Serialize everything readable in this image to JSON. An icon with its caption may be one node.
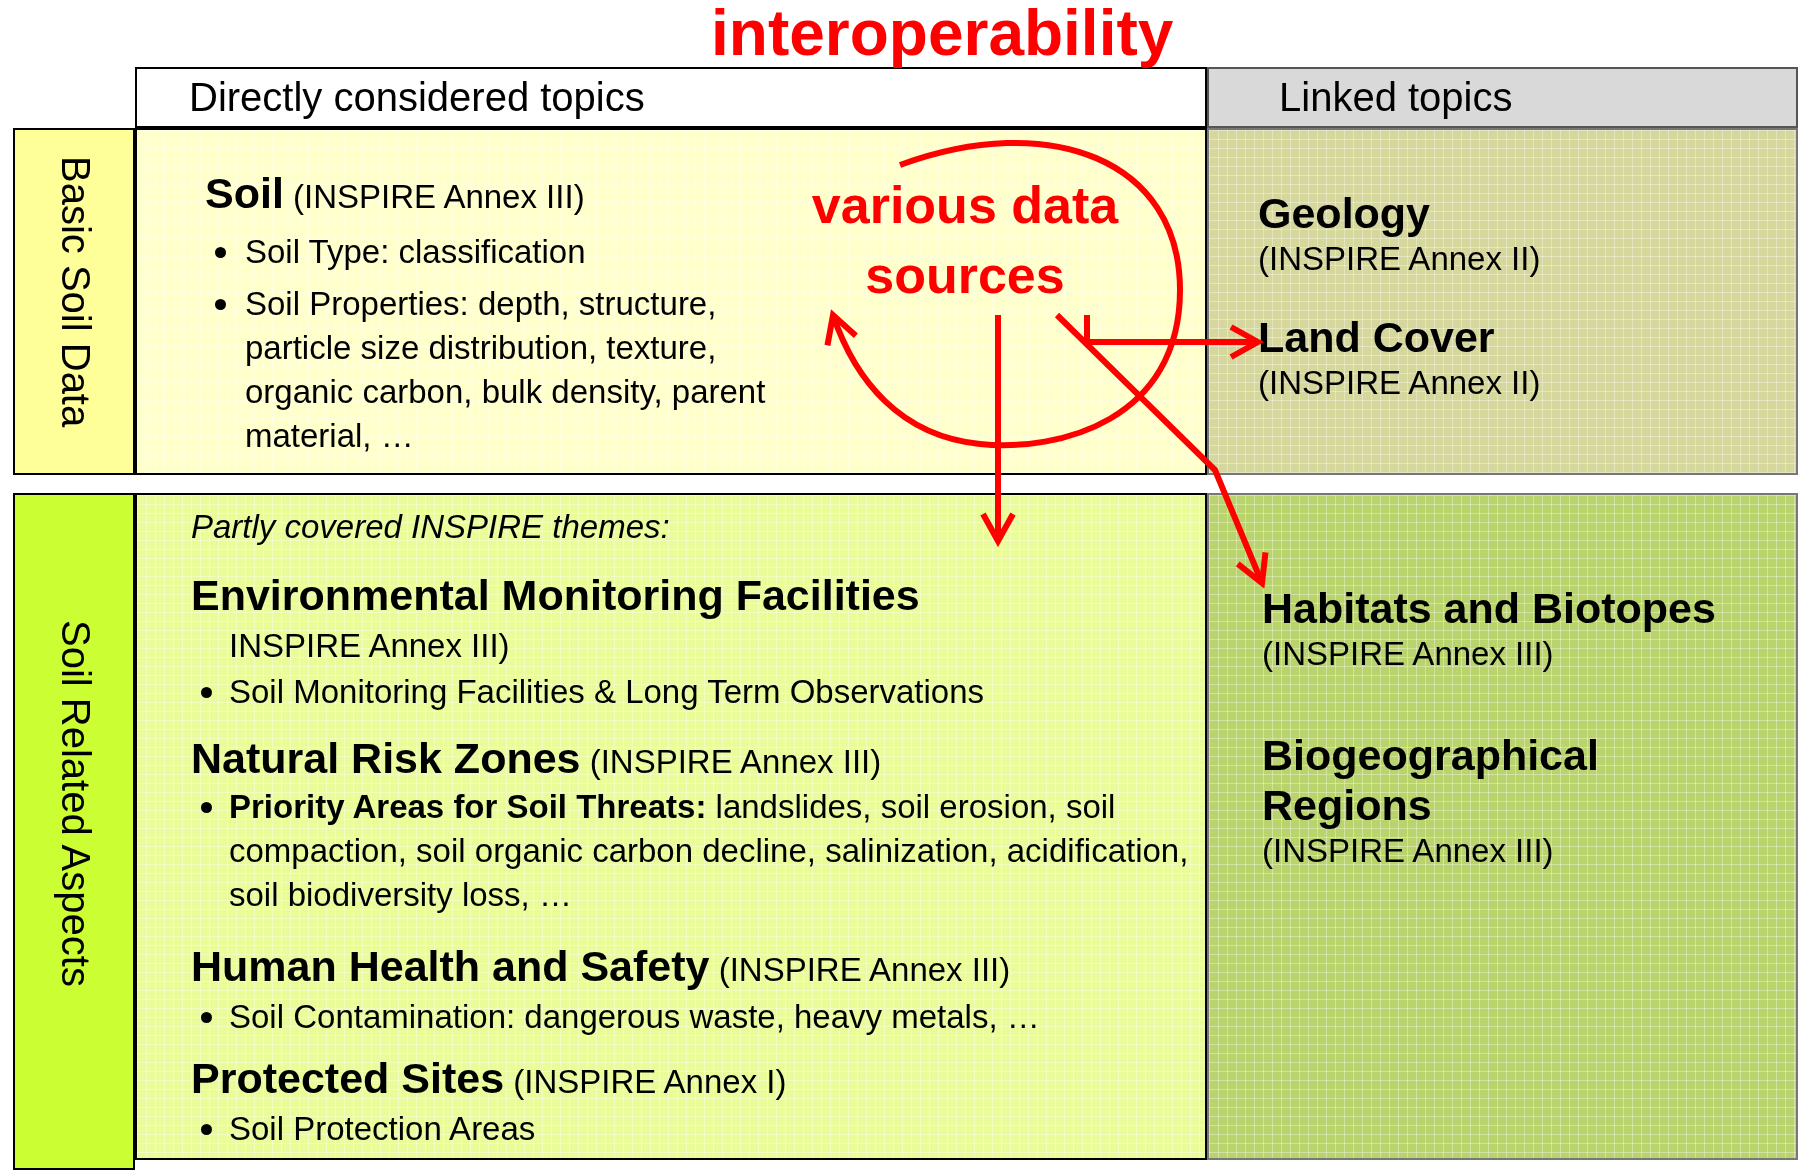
{
  "diagram": {
    "nodes": [
      {
        "text": [
          "Directly considered topics"
        ]
      },
      {
        "text": [
          "Linked topics"
        ]
      },
      {
        "text": [
          "Basic Soil Data"
        ]
      },
      {
        "text": [
          "Soil Related Aspects"
        ]
      },
      {
        "text": [
          "**Soil** (INSPIRE Annex III)",
          "Soil Type: classification",
          "Soil Properties: depth, structure, particle size distribution, texture, organic carbon, bulk density, parent material, …"
        ]
      },
      {
        "text": [
          "various data sources"
        ],
        "in": 4
      },
      {
        "text": [
          "Partly covered INSPIRE themes:",
          "Environmental Monitoring Facilities",
          "INSPIRE Annex III)",
          "Soil Monitoring Facilities & Long Term Observations",
          "**Natural Risk Zones** (INSPIRE Annex III)",
          "**Priority Areas for Soil Threats:** landslides, soil erosion, soil compaction, soil organic carbon decline, salinization, acidification, soil biodiversity loss, …",
          "**Human Health and Safety** (INSPIRE Annex III)",
          "Soil Contamination: dangerous waste, heavy metals, …",
          "**Protected Sites** (INSPIRE Annex I)",
          "Soil Protection Areas"
        ]
      },
      {
        "text": [],
        "shape": "box"
      },
      {
        "text": [
          "Geology",
          "(INSPIRE Annex II)"
        ],
        "in": 7
      },
      {
        "text": [
          "Land Cover",
          "(INSPIRE Annex II)"
        ],
        "in": 7
      },
      {
        "text": [],
        "shape": "box"
      },
      {
        "text": [
          "Habitats and Biotopes",
          "(INSPIRE Annex III)"
        ],
        "in": 10
      },
      {
        "text": [
          "Biogeographical Regions",
          "(INSPIRE Annex III)"
        ],
        "in": 10
      }
    ],
    "edges": [
      {
        "from": null,
        "to": 5,
        "arrow": "to"
      },
      {
        "from": 5,
        "to": 6,
        "arrow": "to"
      },
      {
        "from": 5,
        "to": 9,
        "arrow": "to"
      },
      {
        "from": 5,
        "to": 11,
        "arrow": "to"
      }
    ],
    "labels": [
      "interoperability"
    ]
  }
}
